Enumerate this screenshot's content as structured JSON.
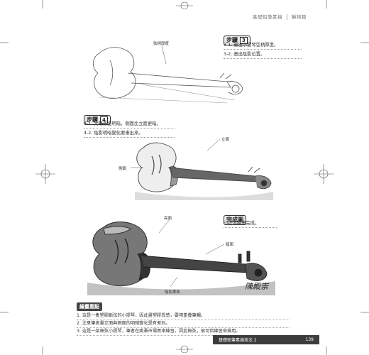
{
  "header": {
    "book": "基礎鉛筆素描",
    "section": "靜物篇"
  },
  "step3": {
    "label": "步驟",
    "num": "3",
    "lines": [
      "3-1. 畫出小提琴弦柄厚度。",
      "3-2. 畫出陰影位置。"
    ],
    "annot": "弦柄厚度"
  },
  "step4": {
    "label": "步驟",
    "num": "4",
    "lines": [
      "4-1. 大略畫出明暗，側面比立面更暗。",
      "4-2. 陰影明暗變化要畫出來。"
    ],
    "annot_front": "立面",
    "annot_side": "側面"
  },
  "complete": {
    "label": "完成圖",
    "text": "小提琴繪畫完成。",
    "annot_highlight": "亮面",
    "annot_dark": "暗面",
    "annot_shadow": "陰影柔和"
  },
  "signature": "陳殿崇",
  "notes": {
    "title": "繪畫重點",
    "lines": [
      "1. 這是一隻塑膠斷弦的小提琴，因此畫塑膠質感，要用重疊筆觸。",
      "2. 注意筆者畫立面與側面的明暗變化是有差別。",
      "3. 這是一架無弦小提琴，筆者在跳蚤市場買來練習，因此無弦，很可供練習來描用。"
    ]
  },
  "footer": {
    "title": "基礎鉛筆素描技法 2",
    "page": "139"
  }
}
